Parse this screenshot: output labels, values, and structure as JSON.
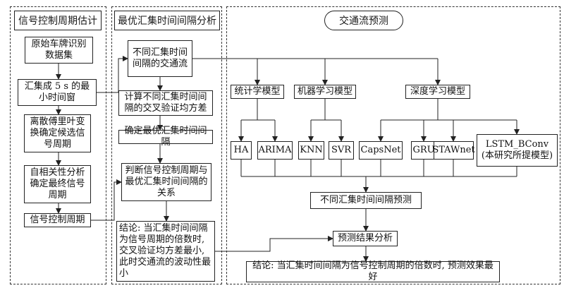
{
  "panels": {
    "p1": {
      "title": "信号控制周期估计"
    },
    "p2": {
      "title": "最优汇集时间间隔分析"
    },
    "p3": {
      "title": "交通流预测"
    }
  },
  "left": {
    "b1": "原始车牌识别数据集",
    "b2": "汇集成 5 s 的最小时间窗",
    "b3": "离散傅里叶变换确定候选信号周期",
    "b4": "自相关性分析确定最终信号周期",
    "b5": "信号控制周期"
  },
  "mid": {
    "b1": "不同汇集时间间隔的交通流",
    "b2": "计算不同汇集时间间隔的交叉验证均方差",
    "b3": "确定最优汇集时间间隔",
    "b4": "判断信号控制周期与最优汇集时间间隔的关系",
    "b5": "结论: 当汇集时间间隔为信号周期的倍数时, 交叉验证均方差最小, 此时交通流的波动性最小"
  },
  "right": {
    "cat_stat": "统计学模型",
    "cat_ml": "机器学习模型",
    "cat_dl": "深度学习模型",
    "models": [
      "HA",
      "ARIMA",
      "KNN",
      "SVR",
      "CapsNet",
      "GRU",
      "STAWnet",
      "LSTM_BConv\n(本研究所提模型)"
    ],
    "predict": "不同汇集时间间隔预测",
    "analysis": "预测结果分析",
    "conclusion": "结论: 当汇集时间间隔为信号控制周期的倍数时, 预测效果最好"
  }
}
